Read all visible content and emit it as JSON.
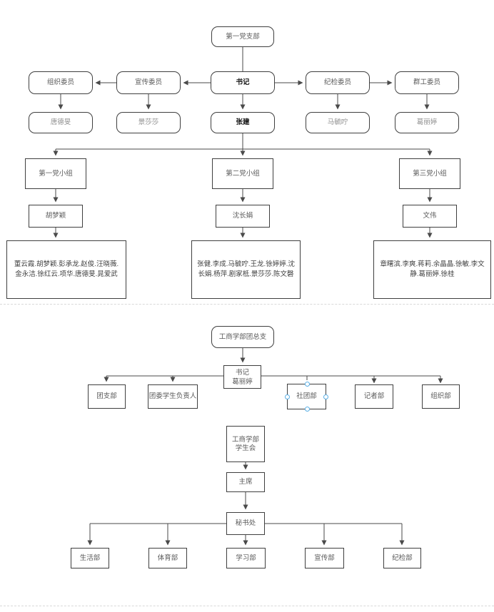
{
  "colors": {
    "selection_handle": "#5bb0e6",
    "connector": "#4a4a4a",
    "node_border": "#3f3f3f"
  },
  "chart1": {
    "root": "第一党支部",
    "committees": [
      "组织委员",
      "宣传委员",
      "书记",
      "纪检委员",
      "群工委员"
    ],
    "members": [
      "唐德旻",
      "景莎莎",
      "张建",
      "马毓咛",
      "葛丽婷"
    ],
    "groups": [
      "第一党小组",
      "第二党小组",
      "第三党小组"
    ],
    "leaders": [
      "胡梦颖",
      "沈长娟",
      "文伟"
    ],
    "rosters": [
      "董云霞.胡梦颖.彭承龙.赵俊.汪晓薇.金永洁.徐红云.项华.唐德旻.晁爱武",
      "张健.李成.马毓咛.王龙.徐婷婷.沈长娟.杨萍.剧家柢.景莎莎.陈文磬",
      "章曙滨.李爽.蒋莉.余晶晶.徐敏.李文静.葛丽婷.徐桂"
    ]
  },
  "chart2": {
    "root": "工商学部团总支",
    "secretary": {
      "title": "书记",
      "name": "葛丽婷"
    },
    "departments": [
      "团支部",
      "团委学生负责人",
      "社团部",
      "记者部",
      "组织部"
    ],
    "union": {
      "root": "工商学部学生会",
      "chairman": "主席",
      "secretariat": "秘书处",
      "departments": [
        "生活部",
        "体育部",
        "学习部",
        "宣传部",
        "纪检部"
      ]
    }
  }
}
